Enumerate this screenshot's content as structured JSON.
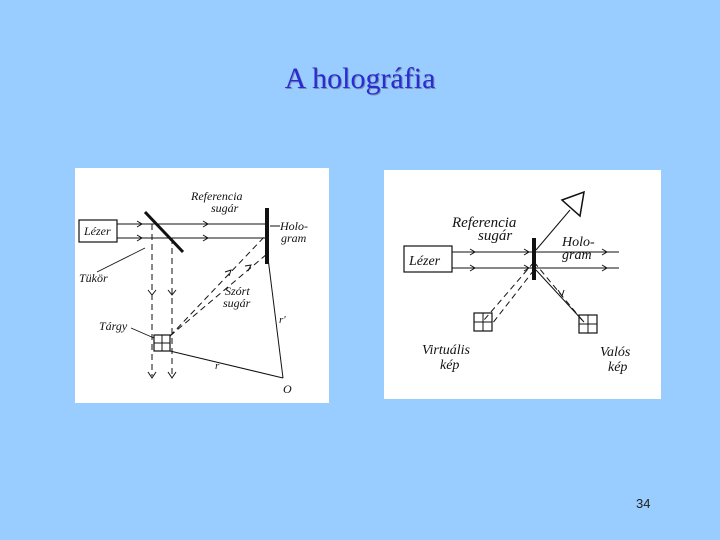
{
  "slide": {
    "title": "A holográfia",
    "page_number": "34"
  },
  "left_diagram": {
    "labels": {
      "reference_1": "Referencia",
      "reference_2": "sugár",
      "laser": "Lézer",
      "hologram_1": "Holo-",
      "hologram_2": "gram",
      "mirror": "Tükör",
      "scattered_1": "Szórt",
      "scattered_2": "sugár",
      "object": "Tárgy",
      "r_prime": "r'",
      "r": "r",
      "o": "O"
    }
  },
  "right_diagram": {
    "labels": {
      "reference_1": "Referencia",
      "reference_2": "sugár",
      "laser": "Lézer",
      "hologram_1": "Holo-",
      "hologram_2": "gram",
      "virtual_1": "Virtuális",
      "virtual_2": "kép",
      "real_1": "Valós",
      "real_2": "kép"
    }
  }
}
